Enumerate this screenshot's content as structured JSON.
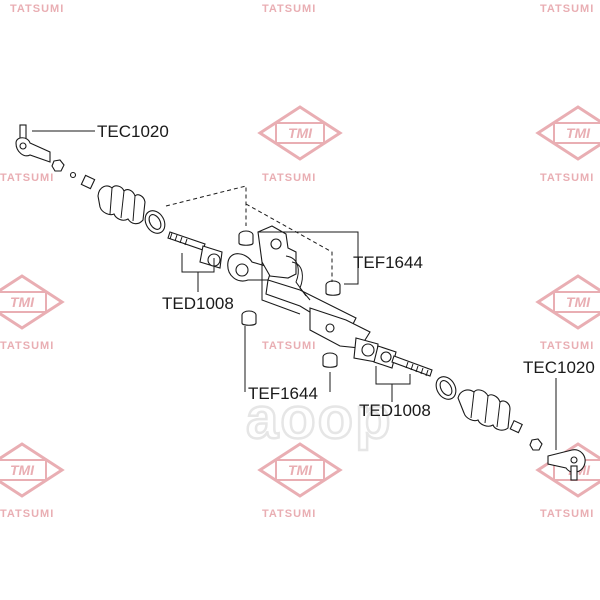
{
  "watermark": {
    "brand": "TATSUMI",
    "logo": "TMI",
    "shop_mark": "aoop",
    "color": "#e9aeb3"
  },
  "labels": {
    "tie_rod_end_left": "TEC1020",
    "tie_rod_end_right": "TEC1020",
    "rack_end_left": "TED1008",
    "rack_end_right": "TED1008",
    "bushing_top": "TEF1644",
    "bushing_bottom": "TEF1644"
  }
}
